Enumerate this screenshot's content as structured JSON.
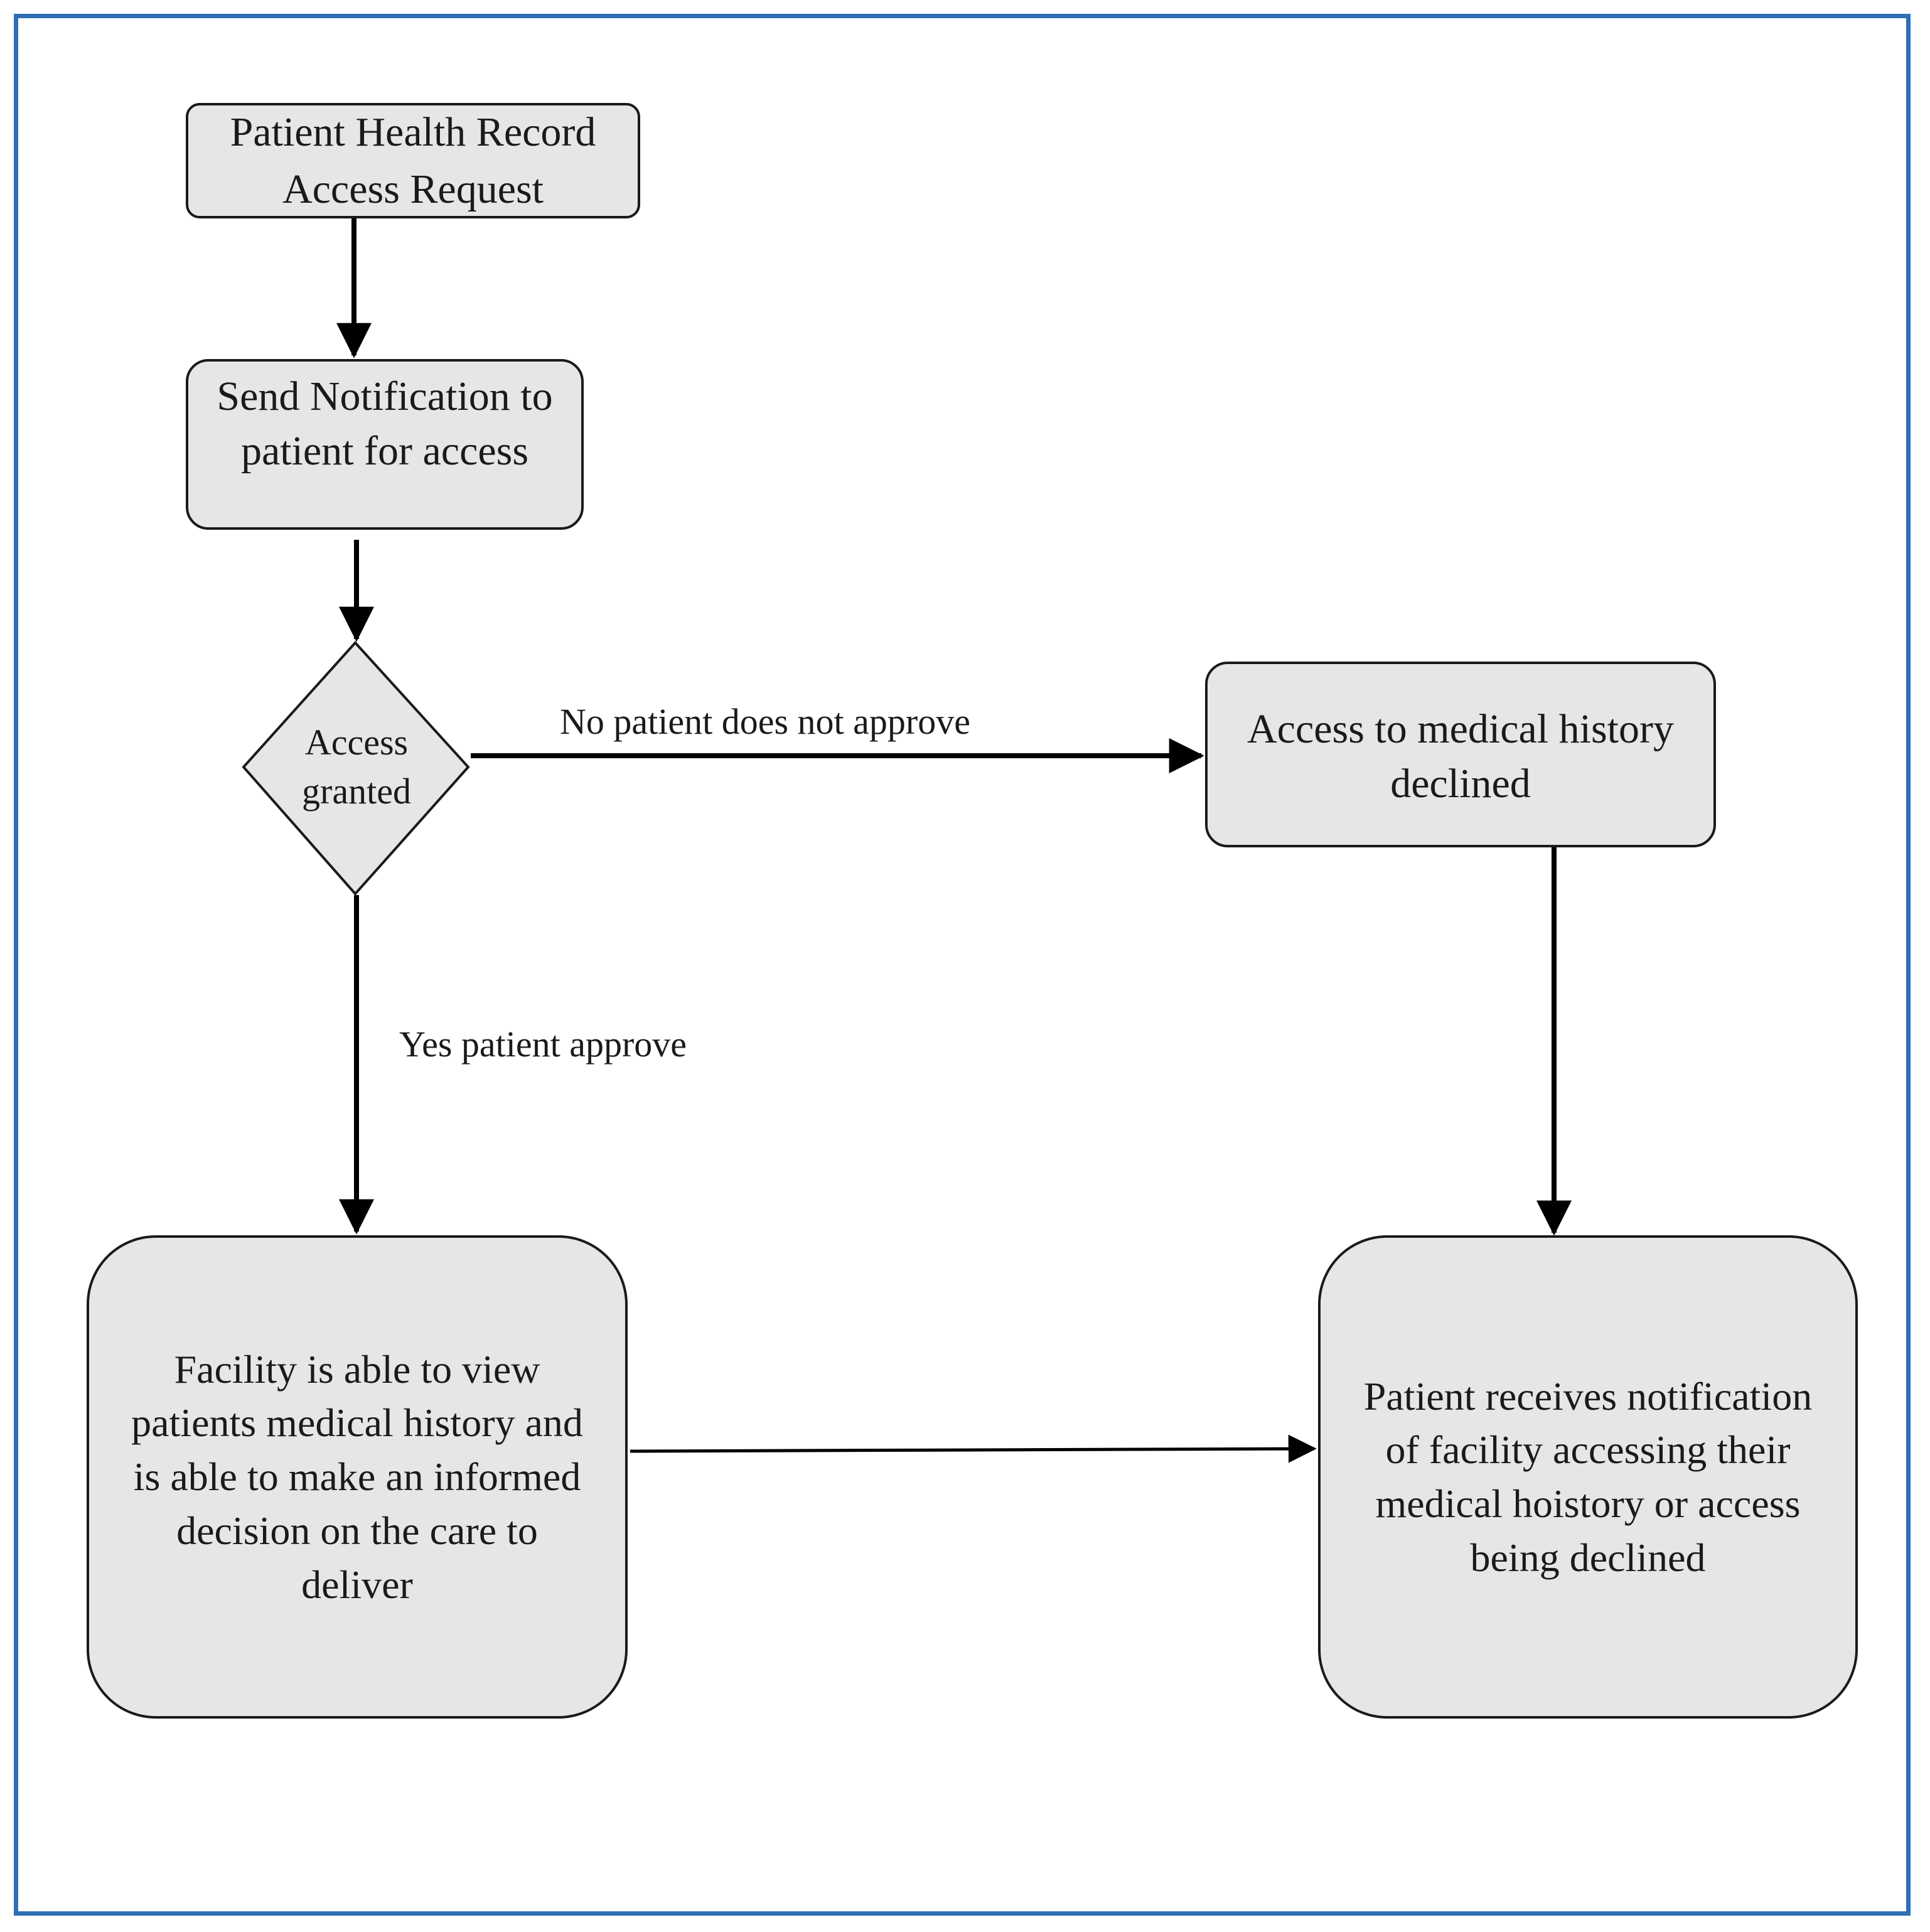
{
  "nodes": {
    "request": {
      "label": "Patient Health Record\nAccess Request"
    },
    "notify": {
      "label": "Send Notification to\npatient for access"
    },
    "decision": {
      "label": "Access\ngranted"
    },
    "declined": {
      "label": "Access to medical history\ndeclined"
    },
    "facility": {
      "label": "Facility is able to view\npatients medical history and\nis able to make an informed\ndecision on the care to\ndeliver"
    },
    "patient_notified": {
      "label": "Patient receives notification\nof facility accessing their\nmedical hoistory or access\nbeing declined"
    }
  },
  "edges": {
    "no_label": "No patient does not approve",
    "yes_label": "Yes patient approve"
  },
  "colors": {
    "frame_border": "#2e6fb5",
    "node_fill": "#e6e6e6",
    "stroke": "#1a1a1a"
  }
}
